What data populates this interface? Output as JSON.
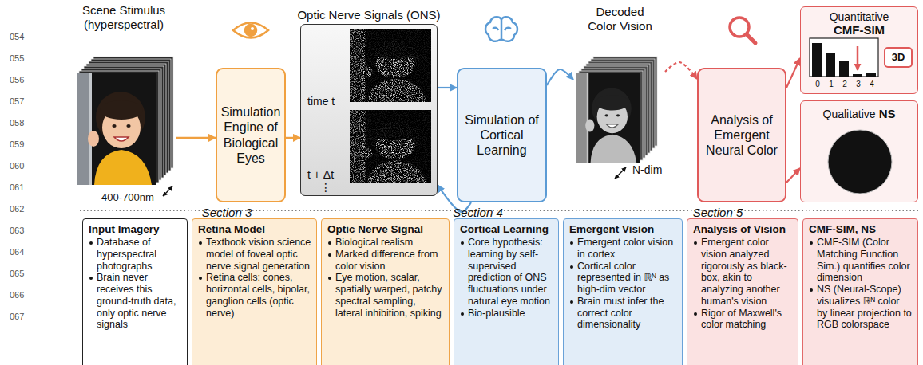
{
  "diagram": {
    "nodes": [
      {
        "text": [
          "Scene Stimulus (hyperspectral)",
          "400-700nm"
        ]
      },
      {
        "text": [
          "Simulation Engine of Biological Eyes",
          "Section 3"
        ]
      },
      {
        "text": [
          "Optic Nerve Signals (ONS)",
          "time t",
          "t + Δt",
          "⋮"
        ]
      },
      {
        "text": [
          "Simulation of Cortical Learning",
          "Section 4"
        ]
      },
      {
        "text": [
          "Decoded Color Vision",
          "N-dim"
        ]
      },
      {
        "text": [
          "Analysis of Emergent Neural Color",
          "Section 5"
        ]
      },
      {
        "text": [
          "Quantitative",
          "CMF-SIM",
          "0",
          "1",
          "2",
          "3",
          "4"
        ]
      },
      {
        "text": [
          "3D"
        ],
        "in": 6
      },
      {
        "text": [
          "Qualitative",
          "NS"
        ]
      },
      {
        "text": [
          "Input Imagery",
          "Database of hyperspectral photographs",
          "Brain never receives this ground-truth data, only optic nerve signals"
        ]
      },
      {
        "text": [
          "Retina Model",
          "Textbook vision science model of foveal optic nerve signal generation",
          "Retina cells: cones, horizontal cells, bipolar, ganglion cells (optic nerve)"
        ]
      },
      {
        "text": [
          "Optic Nerve Signal",
          "Biological realism",
          "Marked difference from color vision",
          "Eye motion, scalar, spatially warped, patchy spectral sampling, lateral inhibition, spiking"
        ]
      },
      {
        "text": [
          "Cortical Learning",
          "Core hypothesis: learning by self-supervised prediction of ONS fluctuations under natural eye motion",
          "Bio-plausible"
        ]
      },
      {
        "text": [
          "Emergent Vision",
          "Emergent color vision in cortex",
          "Cortical color represented in ℝᴺ as high-dim vector",
          "Brain must infer the correct color dimensionality"
        ]
      },
      {
        "text": [
          "Analysis of Vision",
          "Emergent color vision analyzed rigorously as black-box, akin to analyzing another human's vision",
          "Rigor of Maxwell's color matching"
        ]
      },
      {
        "text": [
          "CMF-SIM, NS",
          "CMF-SIM (Color Matching Function Sim.) quantifies color dimension",
          "NS (Neural-Scope) visualizes ℝᴺ color by linear projection to RGB colorspace"
        ]
      }
    ],
    "edges": [
      {
        "from": 0,
        "to": 1,
        "arrow": "to"
      },
      {
        "from": 1,
        "to": 2,
        "arrow": "to"
      },
      {
        "from": 2,
        "to": 3,
        "arrow": "to"
      },
      {
        "from": 3,
        "to": 4,
        "arrow": "to"
      },
      {
        "from": 3,
        "to": 2,
        "arrow": "to"
      },
      {
        "from": 4,
        "to": 5,
        "arrow": "to"
      },
      {
        "from": 5,
        "to": 6,
        "arrow": "to"
      },
      {
        "from": 5,
        "to": 8,
        "arrow": "to"
      }
    ],
    "labels": [
      "054",
      "055",
      "056",
      "057",
      "058",
      "059",
      "060",
      "061",
      "062",
      "063",
      "064",
      "065",
      "066",
      "067"
    ]
  }
}
